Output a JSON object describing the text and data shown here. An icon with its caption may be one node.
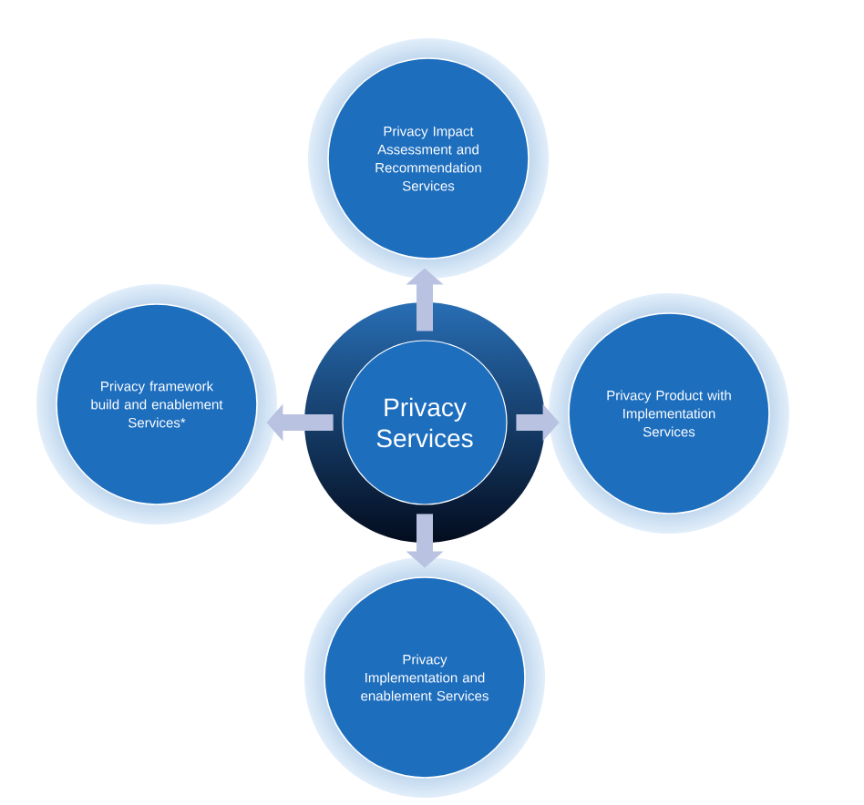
{
  "diagram": {
    "nodes": [
      {
        "text": [
          "Privacy Services"
        ]
      },
      {
        "text": [
          "Privacy Impact Assessment and Recommendation Services"
        ]
      },
      {
        "text": [
          "Privacy Product with Implementation Services"
        ]
      },
      {
        "text": [
          "Privacy Implementation and enablement Services"
        ]
      },
      {
        "text": [
          "Privacy framework build and enablement Services*"
        ]
      }
    ],
    "edges": [
      {
        "from": 0,
        "to": 1,
        "arrow": "to"
      },
      {
        "from": 0,
        "to": 2,
        "arrow": "to"
      },
      {
        "from": 0,
        "to": 3,
        "arrow": "to"
      },
      {
        "from": 0,
        "to": 4,
        "arrow": "to"
      }
    ]
  }
}
